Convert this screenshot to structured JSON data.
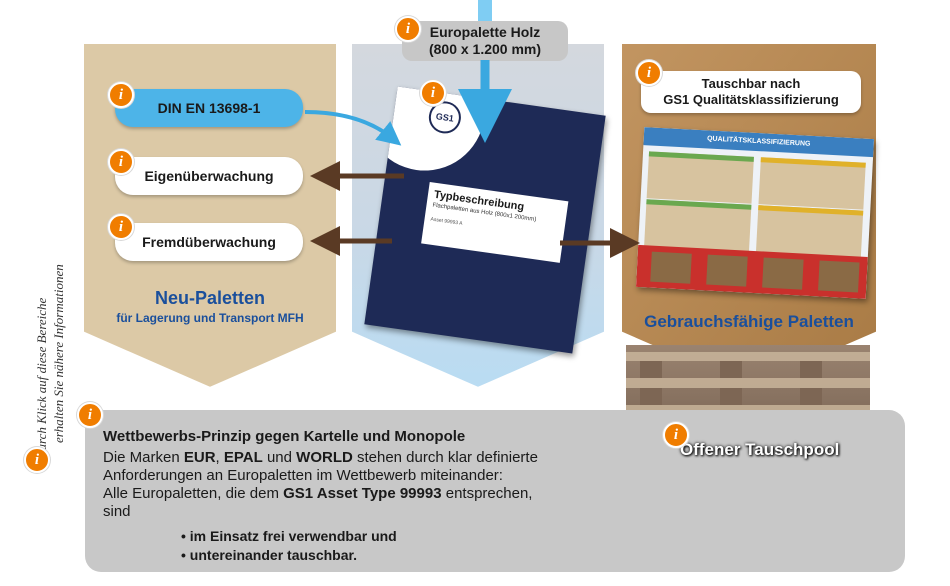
{
  "side_note": {
    "line1": "durch Klick auf diese Bereiche",
    "line2": "erhalten Sie nähere Informationen"
  },
  "info_icon_glyph": "i",
  "top_label": {
    "line1": "Europalette Holz",
    "line2": "(800 x 1.200 mm)"
  },
  "left_panel": {
    "items": [
      {
        "label": "DIN EN 13698-1"
      },
      {
        "label": "Eigenüberwachung"
      },
      {
        "label": "Fremdüberwachung"
      }
    ],
    "title": "Neu-Paletten",
    "subtitle": "für Lagerung und Transport MFH"
  },
  "document": {
    "logo": "GS1",
    "title": "Typbeschreibung",
    "subtitle": "Flachpaletten aus Holz (800x1 200mm)",
    "ref": "Asset 99993 A"
  },
  "right_panel": {
    "badge_line1": "Tauschbar nach",
    "badge_line2": "GS1 Qualitätsklassifizierung",
    "poster_heading": "QUALITÄTSKLASSIFIZIERUNG",
    "title": "Gebrauchsfähige Paletten"
  },
  "pool": {
    "title": "Offener Tauschpool"
  },
  "bottom": {
    "heading": "Wettbewerbs-Prinzip gegen Kartelle und Monopole",
    "p1_a": "Die Marken ",
    "p1_eur": "EUR",
    "p1_sep1": ", ",
    "p1_epal": "EPAL",
    "p1_und": " und ",
    "p1_world": "WORLD",
    "p1_b": " stehen durch klar definierte Anforderungen an Europaletten im Wettbewerb miteinander:",
    "p2_a": "Alle Europaletten, die dem ",
    "p2_gs1": "GS1 Asset Type 99993",
    "p2_b": " entsprechen,",
    "p3": "sind",
    "bullets": [
      "im Einsatz frei verwendbar und",
      "untereinander tauschbar."
    ]
  },
  "colors": {
    "left_panel": "#dcc9a6",
    "left_border": "#c8b48c",
    "middle_panel_top": "#d0d5dc",
    "middle_panel_bottom": "#c2dcef",
    "right_panel": "#b88953",
    "document": "#1e2a56",
    "info": "#f07d00",
    "title_blue": "#1a4f9c",
    "arrow_brown": "#5a3a24",
    "arrow_blue": "#3aa8e0"
  }
}
